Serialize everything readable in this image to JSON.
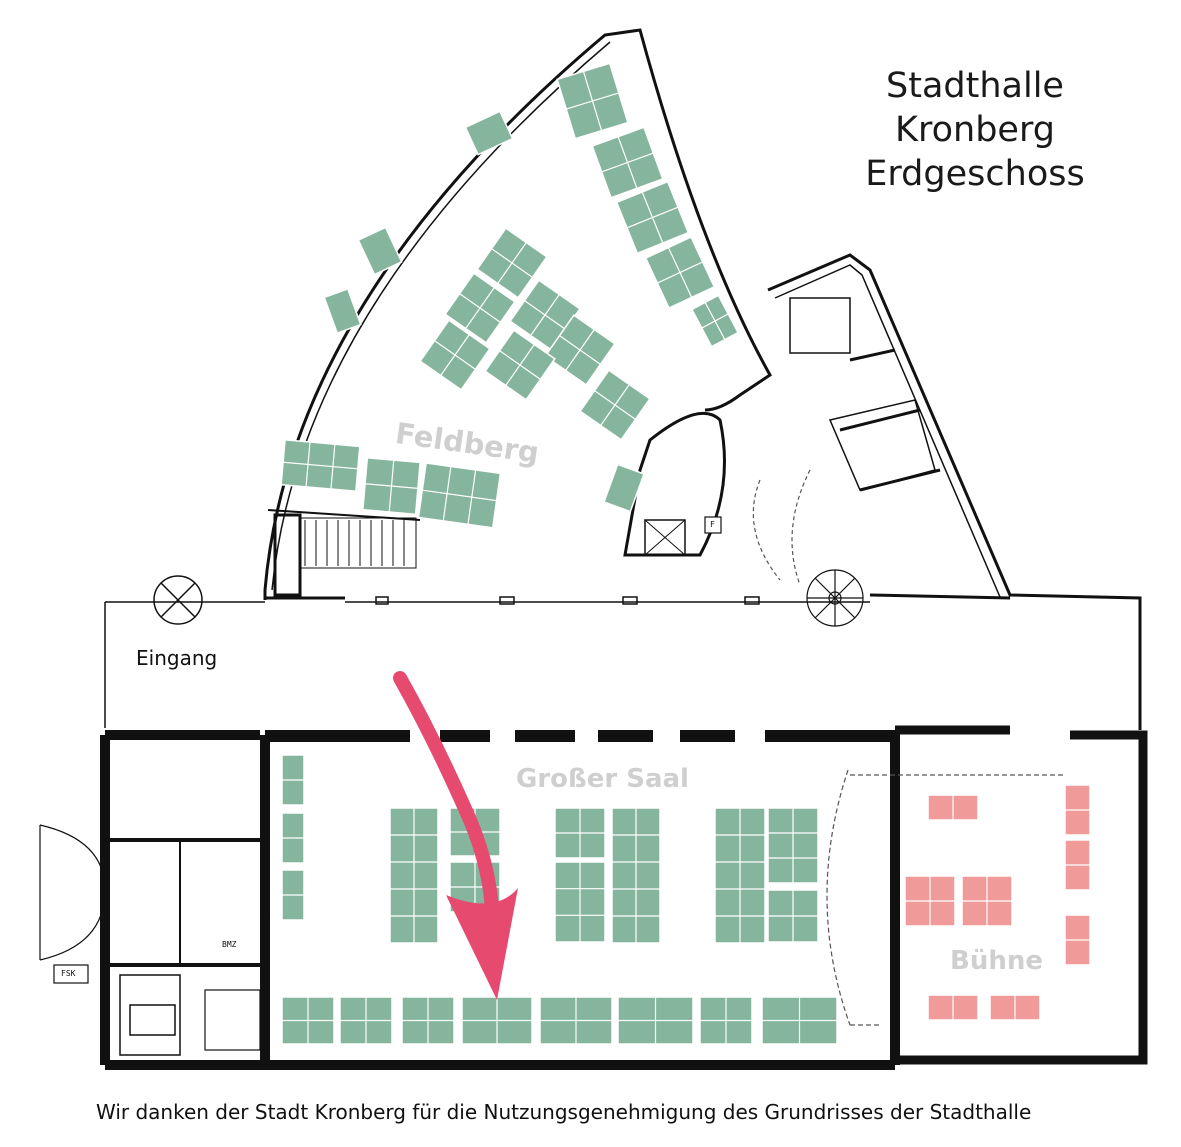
{
  "title": {
    "line1": "Stadthalle",
    "line2": "Kronberg",
    "line3": "Erdgeschoss"
  },
  "rooms": {
    "feldberg": "Feldberg",
    "grosser_saal": "Großer Saal",
    "buehne": "Bühne",
    "eingang": "Eingang"
  },
  "symbols": {
    "fsk": "FSK",
    "bmz": "BMZ",
    "f": "F"
  },
  "credit": "Wir danken der Stadt Kronberg für die Nutzungsgenehmigung des Grundrisses der Stadthalle",
  "colors": {
    "table_green": "#85b59c",
    "stage_red": "#f19a9a",
    "arrow": "#e64a6f",
    "wall": "#111111",
    "label_gray": "#cfcfcf"
  }
}
